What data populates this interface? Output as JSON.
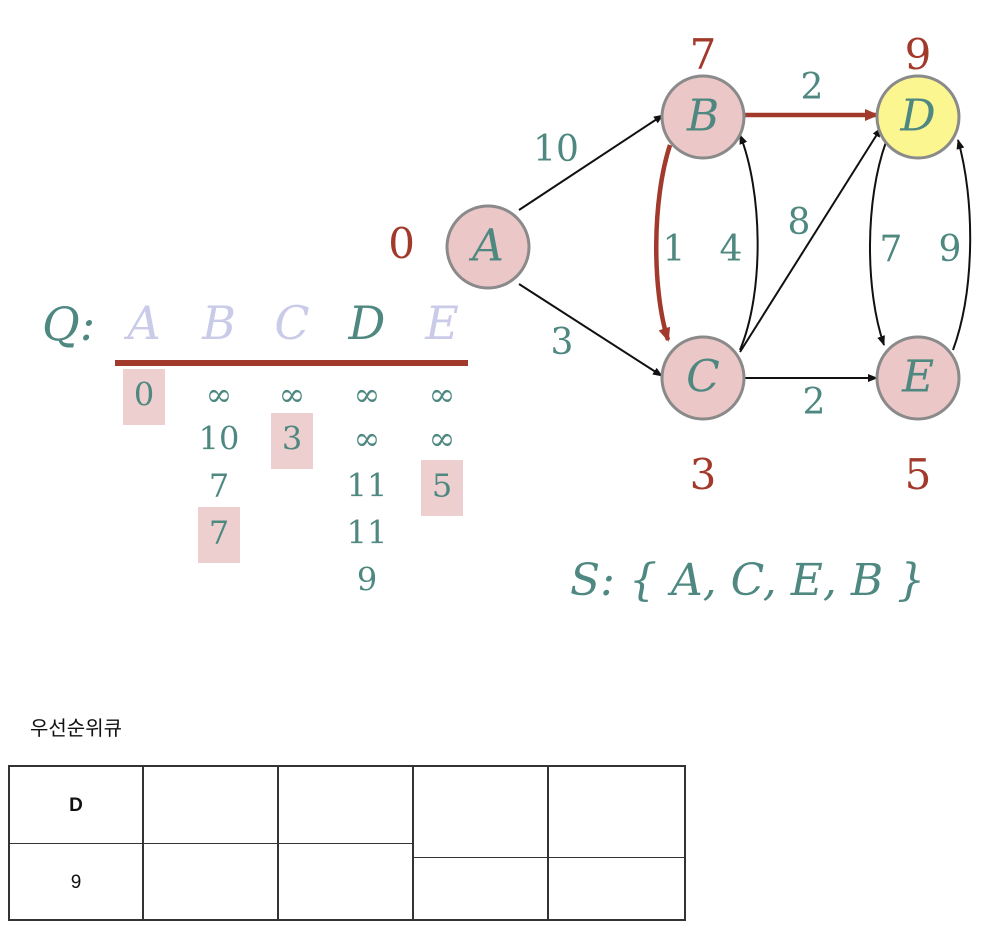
{
  "graph": {
    "nodes": [
      {
        "id": "A",
        "distance": "0",
        "highlighted": false
      },
      {
        "id": "B",
        "distance": "7",
        "highlighted": false
      },
      {
        "id": "C",
        "distance": "3",
        "highlighted": false
      },
      {
        "id": "D",
        "distance": "9",
        "highlighted": true
      },
      {
        "id": "E",
        "distance": "5",
        "highlighted": false
      }
    ],
    "edges": [
      {
        "from": "A",
        "to": "B",
        "weight": "10",
        "in_tree": false
      },
      {
        "from": "A",
        "to": "C",
        "weight": "3",
        "in_tree": false
      },
      {
        "from": "B",
        "to": "D",
        "weight": "2",
        "in_tree": true
      },
      {
        "from": "B",
        "to": "C",
        "weight": "1",
        "in_tree": true
      },
      {
        "from": "C",
        "to": "B",
        "weight": "4",
        "in_tree": false
      },
      {
        "from": "C",
        "to": "D",
        "weight": "8",
        "in_tree": false
      },
      {
        "from": "C",
        "to": "E",
        "weight": "2",
        "in_tree": false
      },
      {
        "from": "D",
        "to": "E",
        "weight": "7",
        "in_tree": false
      },
      {
        "from": "E",
        "to": "D",
        "weight": "9",
        "in_tree": false
      }
    ],
    "colors": {
      "node_fill": "#ecc7c7",
      "node_stroke": "#8a8a8a",
      "highlight_fill": "#fbf68f",
      "label_teal": "#4e8880",
      "tree_edge": "#a23a2c",
      "distance_red": "#a23a2c",
      "faded_label": "#c9cbe9",
      "queue_box": "#edcfcf"
    }
  },
  "queue": {
    "prefix": "Q:",
    "columns": [
      {
        "label": "A",
        "faded": true,
        "values": [
          "0"
        ],
        "boxed_index": 0
      },
      {
        "label": "B",
        "faded": true,
        "values": [
          "∞",
          "10",
          "7",
          "7"
        ],
        "boxed_index": 3
      },
      {
        "label": "C",
        "faded": true,
        "values": [
          "∞",
          "3"
        ],
        "boxed_index": 1
      },
      {
        "label": "D",
        "faded": false,
        "values": [
          "∞",
          "∞",
          "11",
          "11",
          "9"
        ],
        "boxed_index": -1
      },
      {
        "label": "E",
        "faded": true,
        "values": [
          "∞",
          "∞",
          "5"
        ],
        "boxed_index": 2
      }
    ]
  },
  "set_s": "S: { A, C, E, B }",
  "priority_queue": {
    "title": "우선순위큐",
    "cells": [
      {
        "top": "D",
        "bottom": "9"
      },
      {
        "top": "",
        "bottom": ""
      },
      {
        "top": "",
        "bottom": ""
      },
      {
        "top": "",
        "bottom": ""
      },
      {
        "top": "",
        "bottom": ""
      }
    ]
  }
}
